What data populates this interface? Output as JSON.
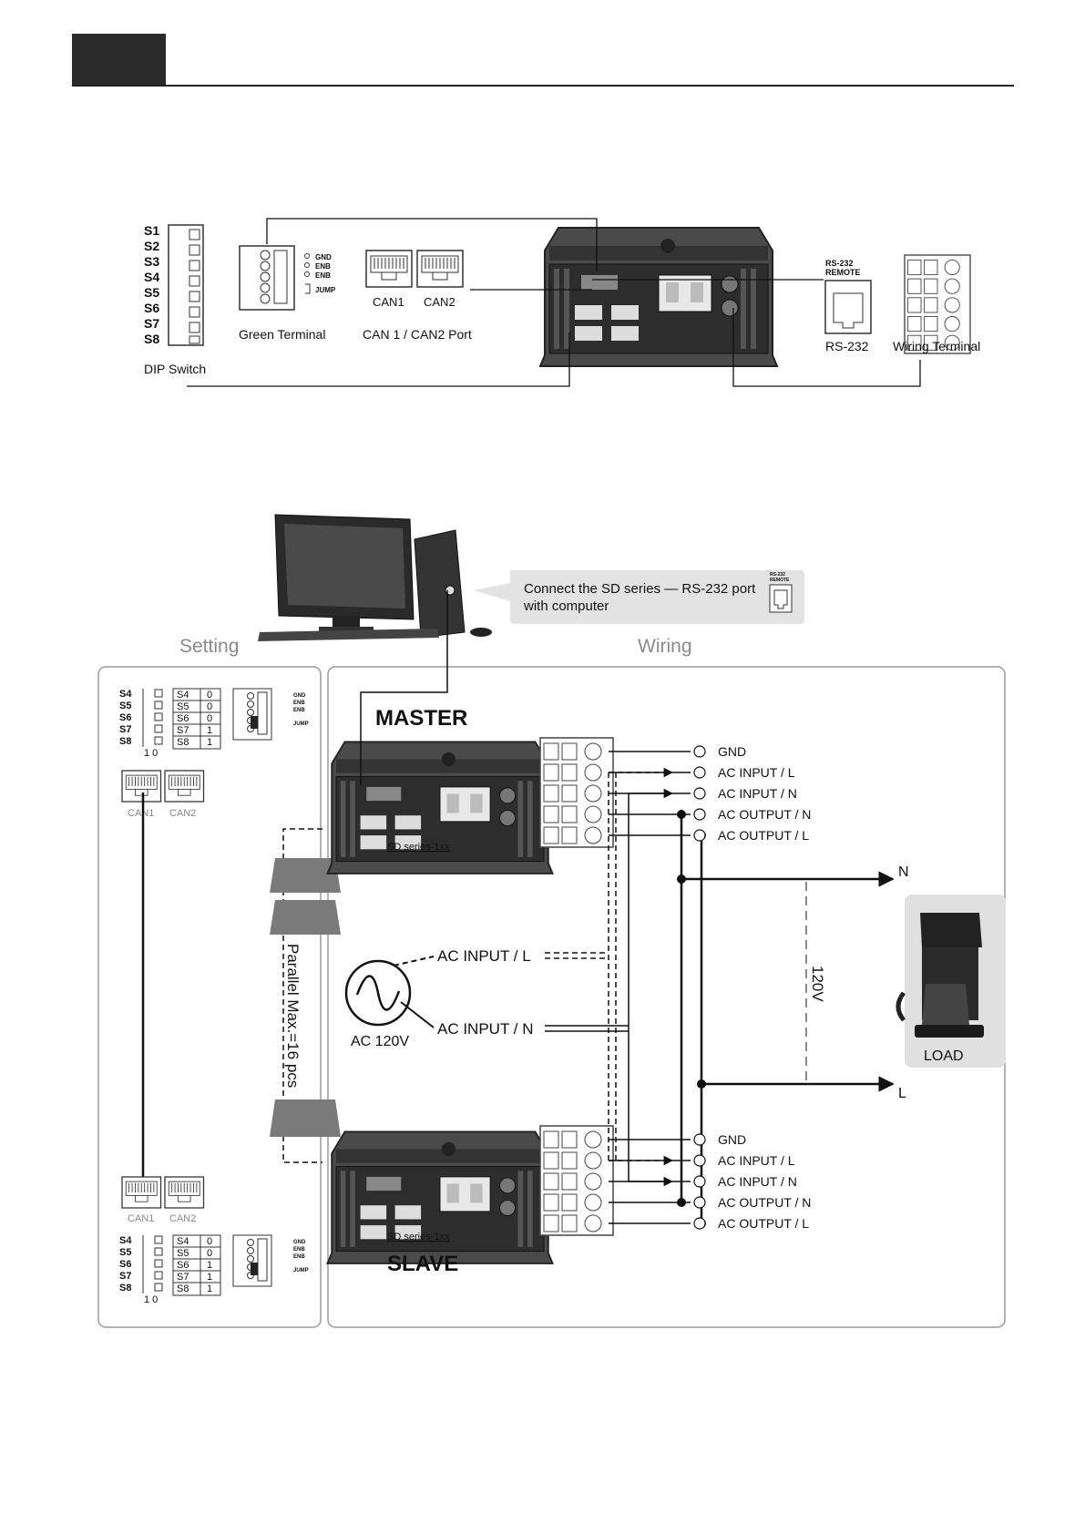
{
  "top": {
    "dip": {
      "labels": [
        "S1",
        "S2",
        "S3",
        "S4",
        "S5",
        "S6",
        "S7",
        "S8"
      ],
      "caption": "DIP Switch"
    },
    "green_terminal": {
      "pins": [
        "GND",
        "ENB",
        "ENB"
      ],
      "jump": "JUMP",
      "caption": "Green Terminal"
    },
    "can": {
      "port1": "CAN1",
      "port2": "CAN2",
      "caption": "CAN 1 / CAN2 Port"
    },
    "rs232": {
      "header1": "RS-232",
      "header2": "REMOTE",
      "caption": "RS-232"
    },
    "wiring_terminal": {
      "caption": "Wiring Terminal"
    }
  },
  "bottom": {
    "computer_note": {
      "line1": "Connect the SD series — RS-232 port",
      "line2": "with computer",
      "icon_label1": "RS-232",
      "icon_label2": "REMOTE"
    },
    "setting_title": "Setting",
    "wiring_title": "Wiring",
    "master_title": "MASTER",
    "slave_title": "SLAVE",
    "unit_model": "SD series-1xx",
    "dip_master": {
      "labels": [
        "S4",
        "S5",
        "S6",
        "S7",
        "S8"
      ],
      "rows": [
        [
          "S4",
          "0"
        ],
        [
          "S5",
          "0"
        ],
        [
          "S6",
          "0"
        ],
        [
          "S7",
          "1"
        ],
        [
          "S8",
          "1"
        ]
      ],
      "scale": "1 0"
    },
    "dip_slave": {
      "labels": [
        "S4",
        "S5",
        "S6",
        "S7",
        "S8"
      ],
      "rows": [
        [
          "S4",
          "0"
        ],
        [
          "S5",
          "0"
        ],
        [
          "S6",
          "1"
        ],
        [
          "S7",
          "1"
        ],
        [
          "S8",
          "1"
        ]
      ],
      "scale": "1 0"
    },
    "terminal_pins": [
      "GND",
      "ENB",
      "ENB"
    ],
    "terminal_jump": "JUMP",
    "can_labels": [
      "CAN1",
      "CAN2"
    ],
    "wire_labels": [
      "GND",
      "AC INPUT / L",
      "AC INPUT / N",
      "AC OUTPUT / N",
      "AC OUTPUT / L"
    ],
    "parallel_note": "Parallel Max.=16 pcs",
    "source": {
      "ac_label": "AC 120V",
      "input_l": "AC INPUT / L",
      "input_n": "AC INPUT / N"
    },
    "load": {
      "label": "LOAD",
      "n": "N",
      "l": "L",
      "voltage": "120V"
    }
  },
  "colors": {
    "header_block": "#2a2a2a",
    "panel_border": "#9a9a9a",
    "callout_fill": "#e3e3e3",
    "device_body": "#3a3a3a",
    "gray_text": "#8a8a8a"
  }
}
